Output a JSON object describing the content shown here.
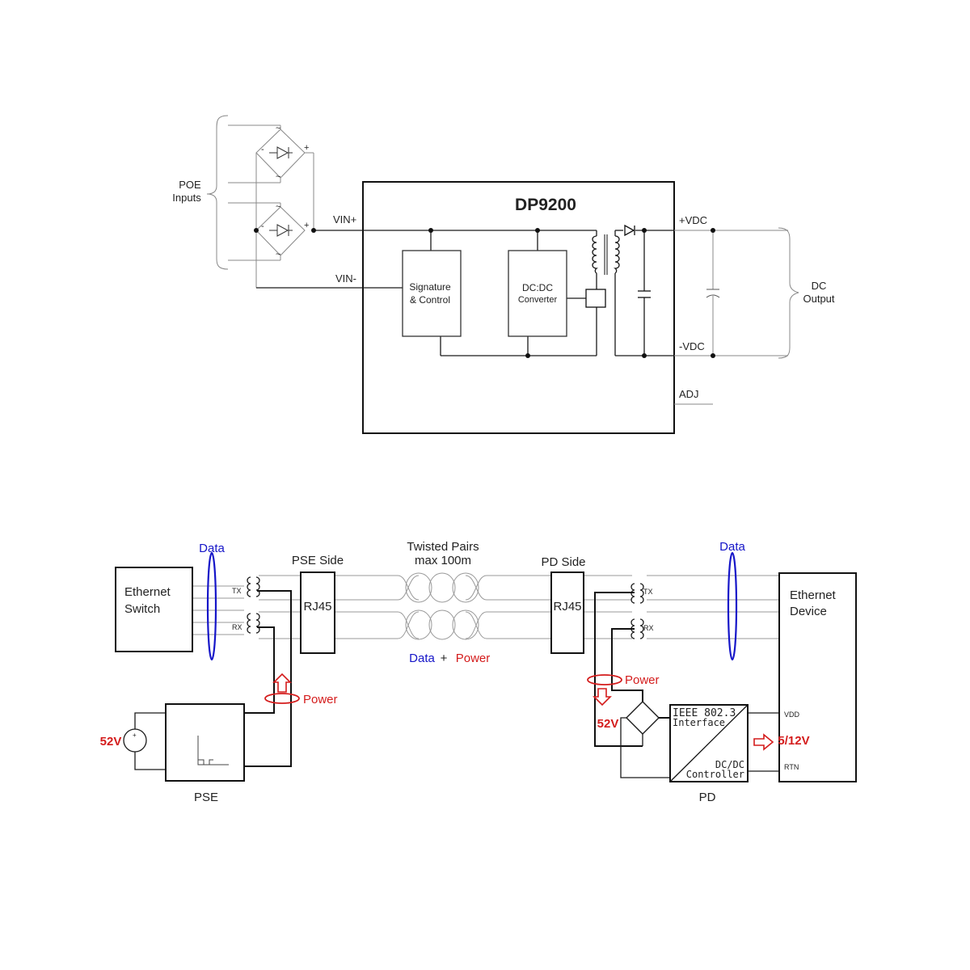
{
  "schematic": {
    "chip": "DP9200",
    "poe_inputs": [
      "POE",
      "Inputs"
    ],
    "vin_plus": "VIN+",
    "vin_minus": "VIN-",
    "vdc_plus": "+VDC",
    "vdc_minus": "-VDC",
    "adj": "ADJ",
    "signature": [
      "Signature",
      "& Control"
    ],
    "dcdc": [
      "DC:DC",
      "Converter"
    ],
    "dc_output": [
      "DC",
      "Output"
    ],
    "bridge_minus": "-",
    "bridge_plus": "+",
    "tilde": "~"
  },
  "poe": {
    "data_left": "Data",
    "data_right": "Data",
    "pse_side": "PSE Side",
    "pd_side": "PD Side",
    "twisted": [
      "Twisted Pairs",
      "max 100m"
    ],
    "ethernet_switch": [
      "Ethernet",
      "Switch"
    ],
    "ethernet_device": [
      "Ethernet",
      "Device"
    ],
    "rj45": "RJ45",
    "tx": "TX",
    "rx": "RX",
    "data_word": "Data",
    "plus": "+",
    "power_word": "Power",
    "power_left": "Power",
    "power_right": "Power",
    "v52_left": "52V",
    "v52_right": "52V",
    "v512": "5/12V",
    "pse": "PSE",
    "pd": "PD",
    "ieee": [
      "IEEE 802.3",
      "Interface"
    ],
    "dcdc_ctrl": [
      "DC/DC",
      "Controller"
    ],
    "vdd": "VDD",
    "rtn": "RTN"
  },
  "colors": {
    "data": "#1515c8",
    "power": "#d41c1c",
    "line": "#1a1a1a"
  }
}
